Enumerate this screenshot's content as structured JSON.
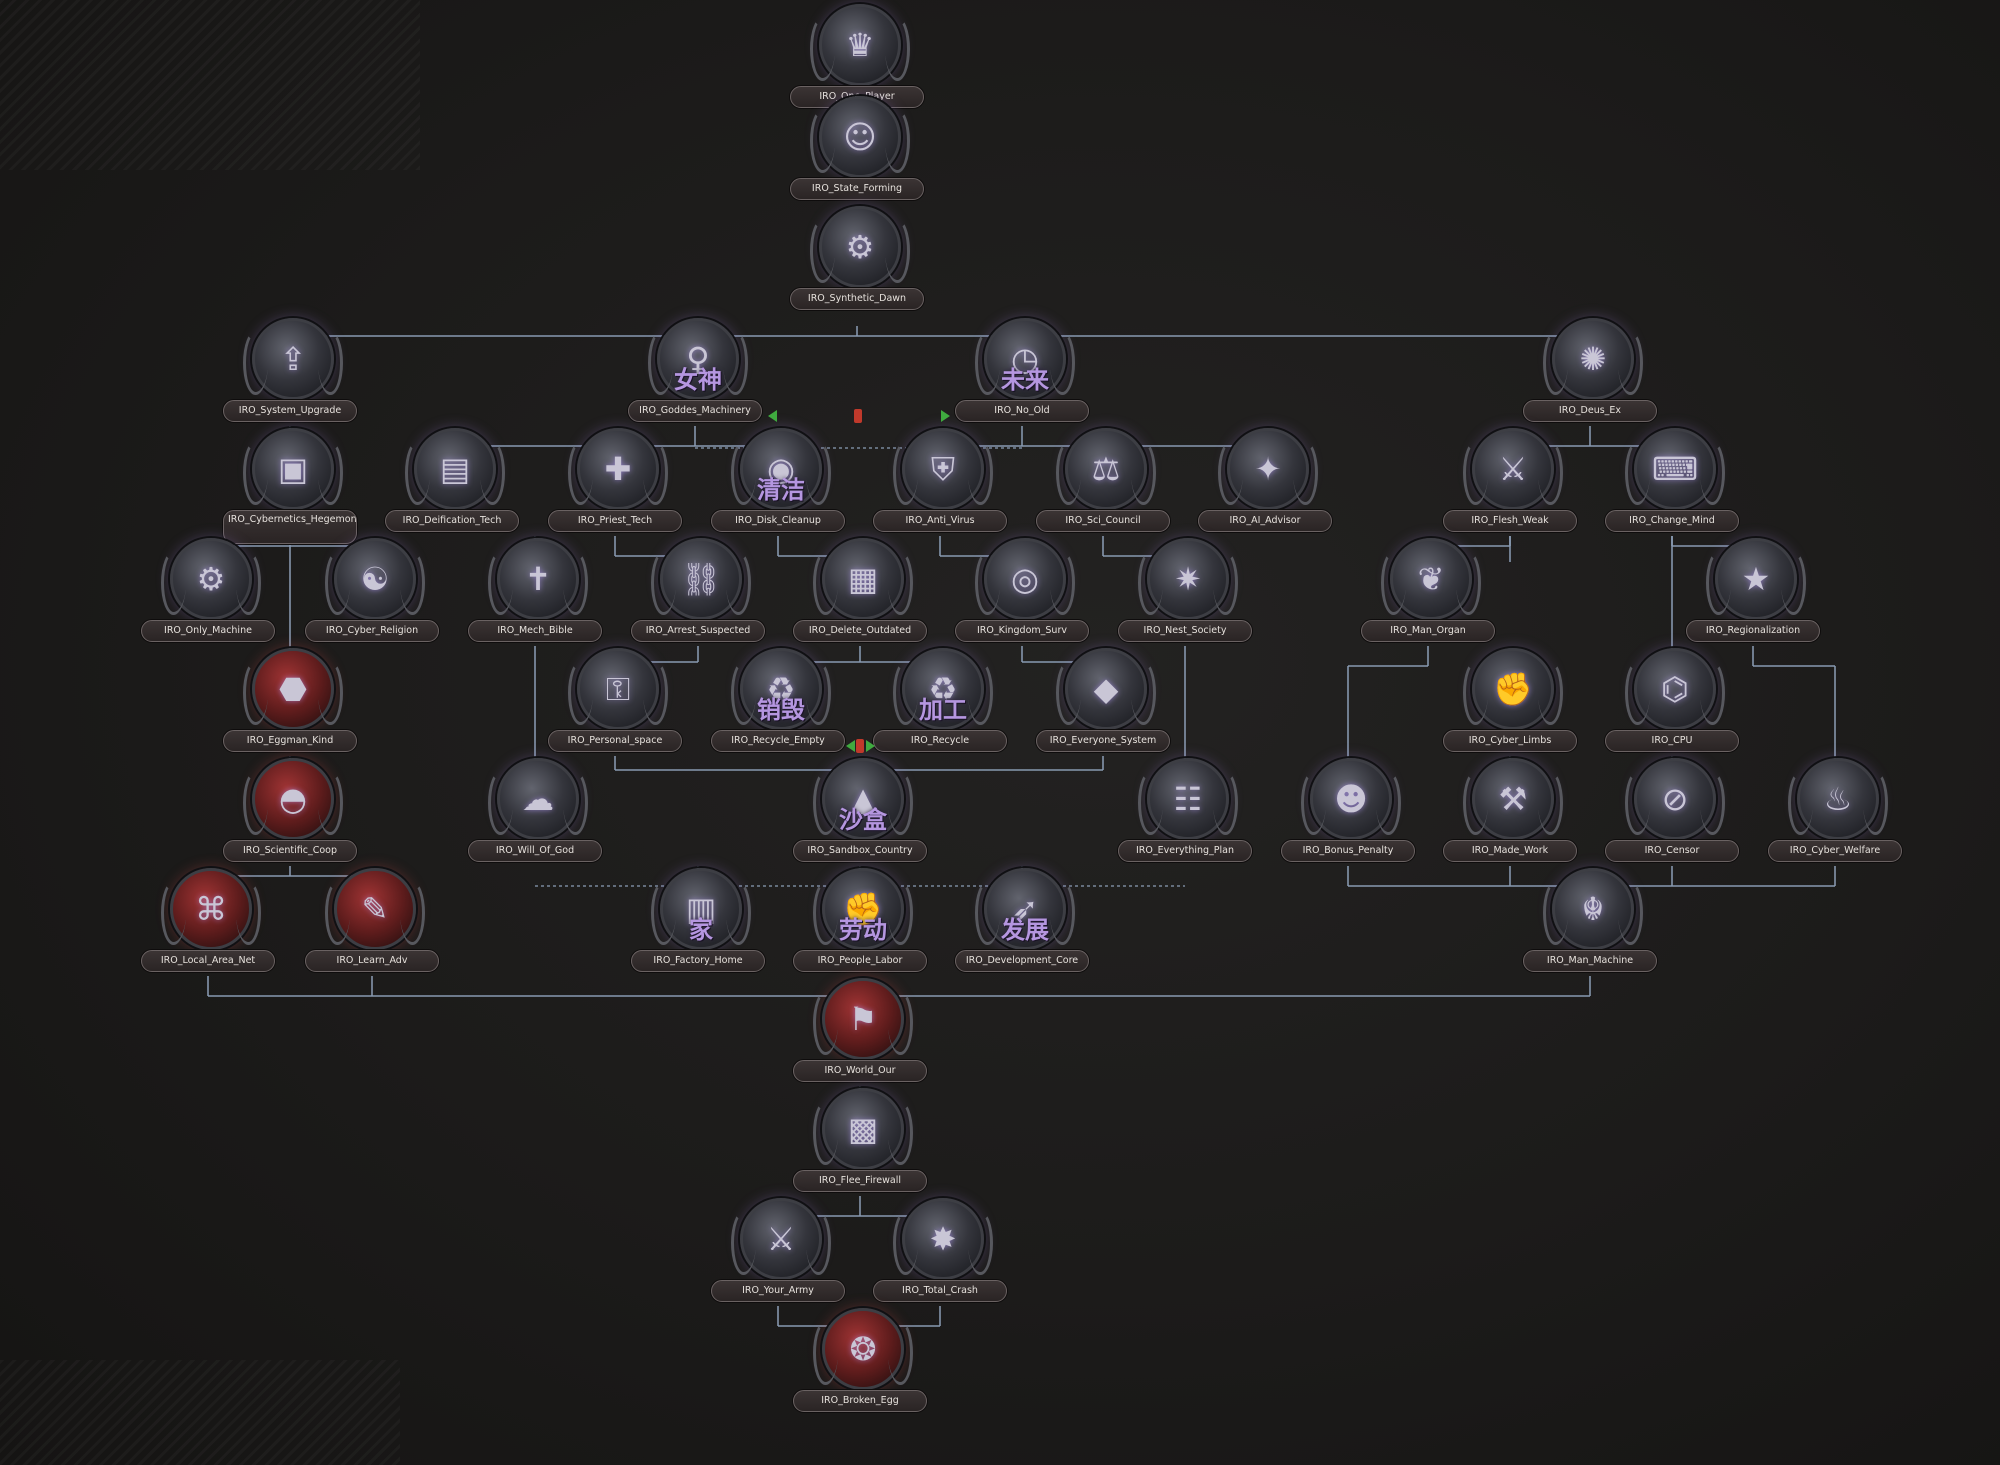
{
  "colors": {
    "background": "#1c1b1a",
    "connector": "#8a9bb3",
    "label_bg": "#2f2929",
    "label_text": "#e6e1dc",
    "overlay_text": "#b596e0",
    "exclusive_arrow": "#3faa3f",
    "exclusive_mark": "#c0392b"
  },
  "focuses": [
    {
      "id": "one_player",
      "label": "IRO_One_Player",
      "icon": "character-portrait-icon"
    },
    {
      "id": "state_forming",
      "label": "IRO_State_Forming",
      "icon": "leader-bust-icon"
    },
    {
      "id": "synthetic_dawn",
      "label": "IRO_Synthetic_Dawn",
      "icon": "robot-tower-icon"
    },
    {
      "id": "system_upgrade",
      "label": "IRO_System_Upgrade",
      "icon": "upgrade-emblem-icon"
    },
    {
      "id": "goddes_machinery",
      "label": "IRO_Goddes_Machinery",
      "icon": "goddess-figure-icon",
      "overlay": "女神"
    },
    {
      "id": "no_old",
      "label": "IRO_No_Old",
      "icon": "clock-icon",
      "overlay": "未来"
    },
    {
      "id": "deus_ex",
      "label": "IRO_Deus_Ex",
      "icon": "machine-god-icon"
    },
    {
      "id": "cybernetics_hegemony",
      "label": "IRO_Cybernetics_Hegemony",
      "icon": "chip-icon"
    },
    {
      "id": "deification_tech",
      "label": "IRO_Deification_Tech",
      "icon": "server-racks-icon"
    },
    {
      "id": "priest_tech",
      "label": "IRO_Priest_Tech",
      "icon": "priest-robot-icon"
    },
    {
      "id": "disk_cleanup",
      "label": "IRO_Disk_Cleanup",
      "icon": "disk-drive-icon",
      "overlay": "清洁"
    },
    {
      "id": "anti_virus",
      "label": "IRO_Anti_Virus",
      "icon": "shield-virus-icon"
    },
    {
      "id": "sci_council",
      "label": "IRO_Sci_Council",
      "icon": "scales-icon"
    },
    {
      "id": "ai_advisor",
      "label": "IRO_AI_Advisor",
      "icon": "advisor-icon"
    },
    {
      "id": "flesh_weak",
      "label": "IRO_Flesh_Weak",
      "icon": "sword-icon"
    },
    {
      "id": "change_mind",
      "label": "IRO_Change_Mind",
      "icon": "keyboard-icon"
    },
    {
      "id": "only_machine",
      "label": "IRO_Only_Machine",
      "icon": "mech-icon"
    },
    {
      "id": "cyber_religion",
      "label": "IRO_Cyber_Religion",
      "icon": "cyber-idol-icon"
    },
    {
      "id": "mech_bible",
      "label": "IRO_Mech_Bible",
      "icon": "book-icon"
    },
    {
      "id": "arrest_suspected",
      "label": "IRO_Arrest_Suspected",
      "icon": "handcuffs-icon"
    },
    {
      "id": "delete_outdated",
      "label": "IRO_Delete_Outdated",
      "icon": "trash-cube-icon"
    },
    {
      "id": "kingdom_surv",
      "label": "IRO_Kingdom_Surv",
      "icon": "camera-icon"
    },
    {
      "id": "nest_society",
      "label": "IRO_Nest_Society",
      "icon": "nest-icon"
    },
    {
      "id": "man_organ",
      "label": "IRO_Man_Organ",
      "icon": "organ-icon"
    },
    {
      "id": "regionalization",
      "label": "IRO_Regionalization",
      "icon": "region-star-icon"
    },
    {
      "id": "eggman_kind",
      "label": "IRO_Eggman_Kind",
      "icon": "eggman-crest-icon",
      "style": "red"
    },
    {
      "id": "personal_space",
      "label": "IRO_Personal_space",
      "icon": "lock-person-icon"
    },
    {
      "id": "recycle_empty",
      "label": "IRO_Recycle_Empty",
      "icon": "recycle-bin-icon",
      "overlay": "销毁"
    },
    {
      "id": "recycle",
      "label": "IRO_Recycle",
      "icon": "recycle-icon",
      "overlay": "加工"
    },
    {
      "id": "everyone_system",
      "label": "IRO_Everyone_System",
      "icon": "crystal-icon"
    },
    {
      "id": "cyber_limbs",
      "label": "IRO_Cyber_Limbs",
      "icon": "cyber-arm-icon"
    },
    {
      "id": "cpu",
      "label": "IRO_CPU",
      "icon": "cpu-icon"
    },
    {
      "id": "scientific_coop",
      "label": "IRO_Scientific_Coop",
      "icon": "dome-icon",
      "style": "red"
    },
    {
      "id": "will_of_god",
      "label": "IRO_Will_Of_God",
      "icon": "cloud-icon"
    },
    {
      "id": "sandbox_country",
      "label": "IRO_Sandbox_Country",
      "icon": "sandbox-icon",
      "overlay": "沙盒"
    },
    {
      "id": "everything_plan",
      "label": "IRO_Everything_Plan",
      "icon": "plan-icon"
    },
    {
      "id": "bonus_penalty",
      "label": "IRO_Bonus_Penalty",
      "icon": "bonus-icon"
    },
    {
      "id": "made_work",
      "label": "IRO_Made_Work",
      "icon": "work-icon"
    },
    {
      "id": "censor",
      "label": "IRO_Censor",
      "icon": "censor-icon"
    },
    {
      "id": "cyber_welfare",
      "label": "IRO_Cyber_Welfare",
      "icon": "welfare-icon"
    },
    {
      "id": "local_area_net",
      "label": "IRO_Local_Area_Net",
      "icon": "network-icon",
      "style": "red"
    },
    {
      "id": "learn_adv",
      "label": "IRO_Learn_Adv",
      "icon": "learn-icon",
      "style": "red"
    },
    {
      "id": "factory_home",
      "label": "IRO_Factory_Home",
      "icon": "factory-icon",
      "overlay": "家"
    },
    {
      "id": "people_labor",
      "label": "IRO_People_Labor",
      "icon": "fist-icon",
      "overlay": "劳动"
    },
    {
      "id": "development_core",
      "label": "IRO_Development_Core",
      "icon": "rocket-icon",
      "overlay": "发展"
    },
    {
      "id": "man_machine",
      "label": "IRO_Man_Machine",
      "icon": "cyborg-icon"
    },
    {
      "id": "world_our",
      "label": "IRO_World_Our",
      "icon": "world-flag-icon",
      "style": "red"
    },
    {
      "id": "flee_firewall",
      "label": "IRO_Flee_Firewall",
      "icon": "firewall-icon"
    },
    {
      "id": "your_army",
      "label": "IRO_Your_Army",
      "icon": "army-icon"
    },
    {
      "id": "total_crash",
      "label": "IRO_Total_Crash",
      "icon": "crash-icon"
    },
    {
      "id": "broken_egg",
      "label": "IRO_Broken_Egg",
      "icon": "broken-egg-icon",
      "style": "red"
    }
  ]
}
